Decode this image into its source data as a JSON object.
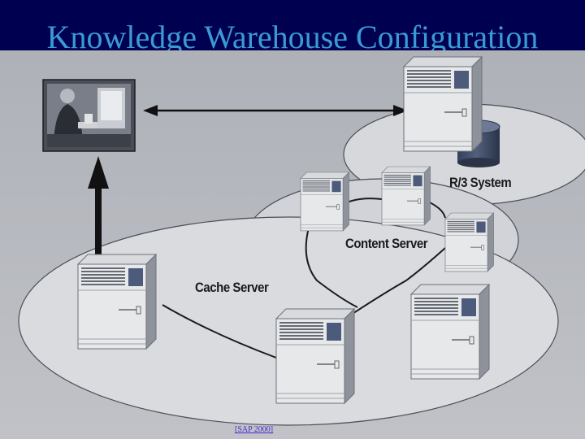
{
  "slide": {
    "title": "Knowledge Warehouse Configuration",
    "citation": "[SAP 2000]"
  },
  "diagram": {
    "labels": {
      "r3_system": "R/3 System",
      "content_server": "Content Server",
      "cache_server": "Cache Server"
    }
  }
}
